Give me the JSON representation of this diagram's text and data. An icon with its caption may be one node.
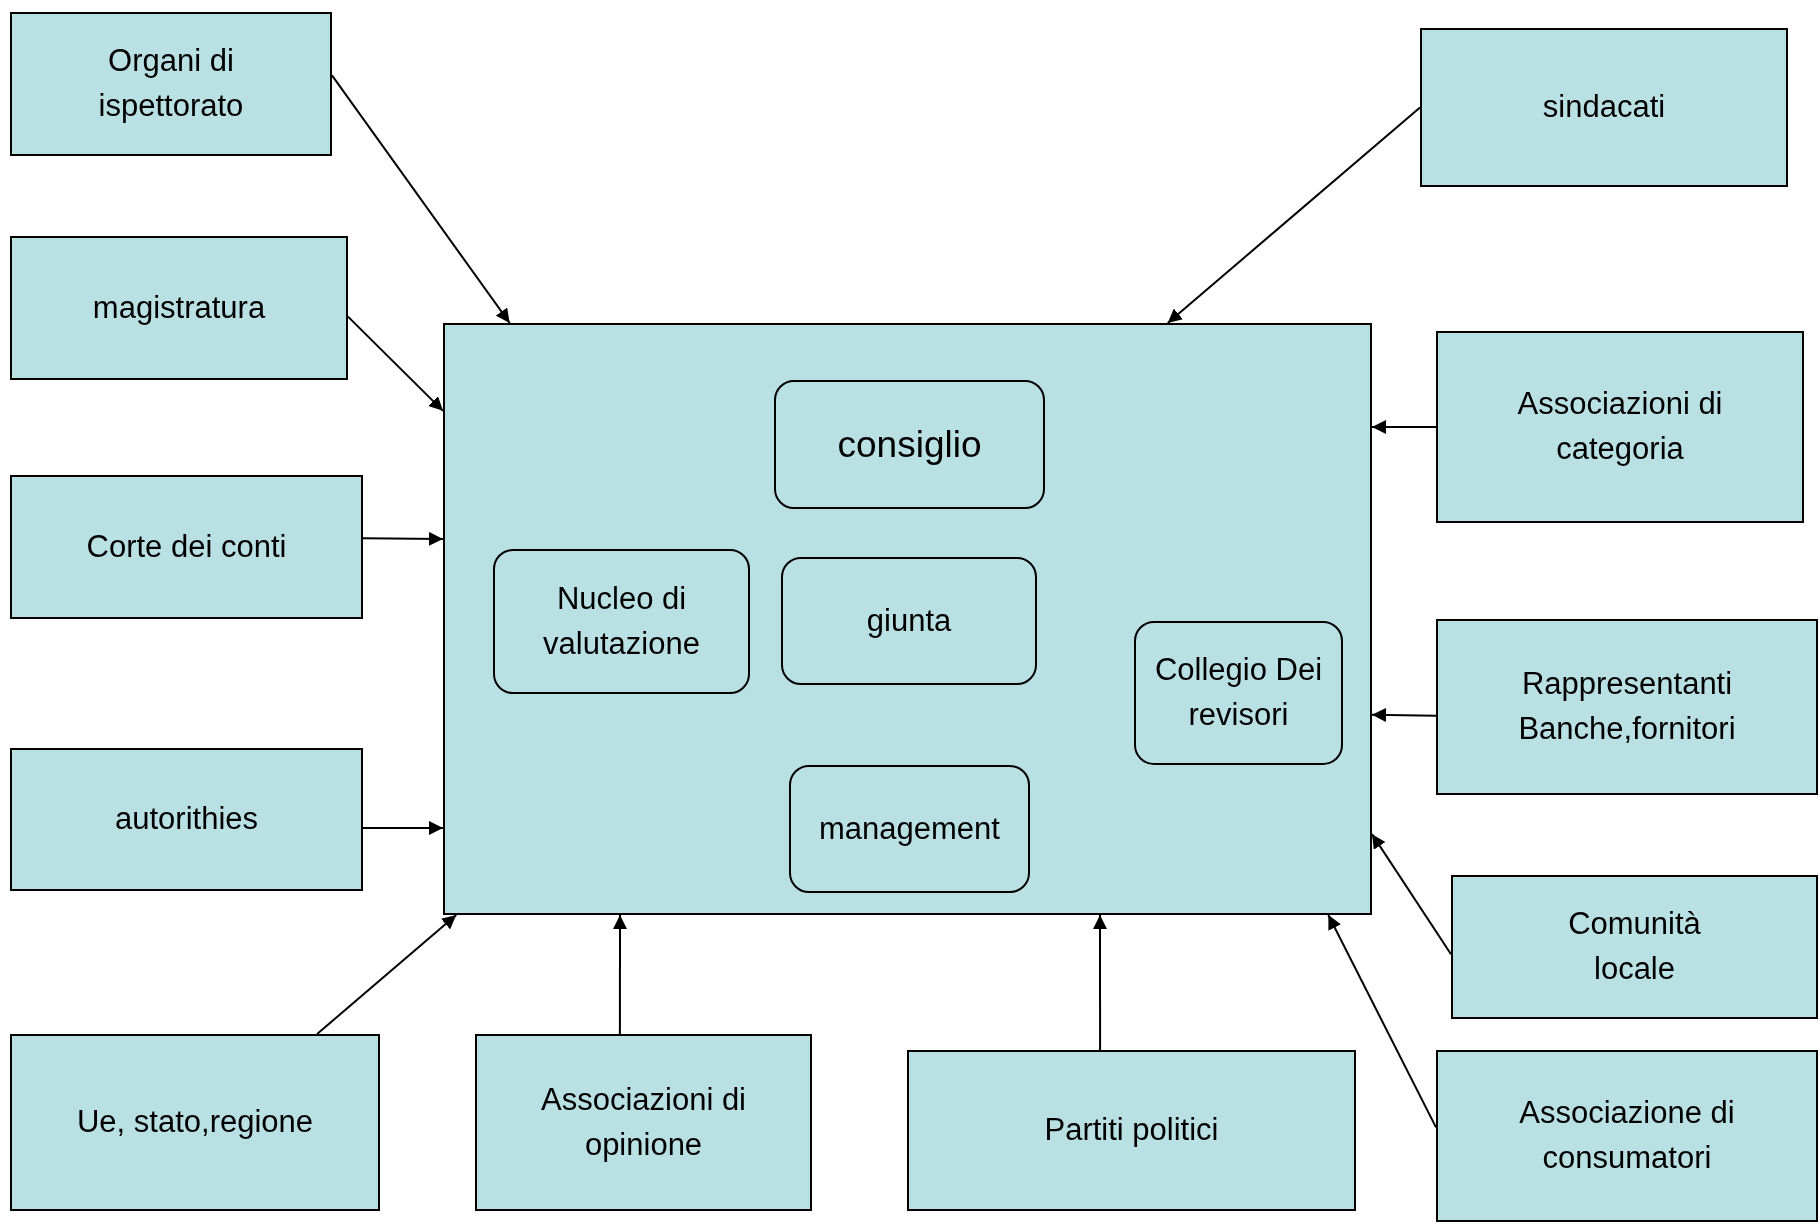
{
  "diagram": {
    "nodes": [
      {
        "text": [],
        "shape": "box"
      },
      {
        "text": [
          "consiglio"
        ],
        "in": 0
      },
      {
        "text": [
          "Nucleo di valutazione"
        ],
        "in": 0
      },
      {
        "text": [
          "giunta"
        ],
        "in": 0
      },
      {
        "text": [
          "Collegio Dei revisori"
        ],
        "in": 0
      },
      {
        "text": [
          "management"
        ],
        "in": 0
      },
      {
        "text": [
          "Organi di ispettorato"
        ]
      },
      {
        "text": [
          "magistratura"
        ]
      },
      {
        "text": [
          "Corte dei conti"
        ]
      },
      {
        "text": [
          "autorithies"
        ]
      },
      {
        "text": [
          "Ue, stato,regione"
        ]
      },
      {
        "text": [
          "Associazioni di opinione"
        ]
      },
      {
        "text": [
          "Partiti politici"
        ]
      },
      {
        "text": [
          "sindacati"
        ]
      },
      {
        "text": [
          "Associazioni di categoria"
        ]
      },
      {
        "text": [
          "Rappresentanti Banche,fornitori"
        ]
      },
      {
        "text": [
          "Comunità locale"
        ]
      },
      {
        "text": [
          "Associazione di consumatori"
        ]
      }
    ],
    "edges": [
      {
        "from": 6,
        "to": 0,
        "arrow": "to"
      },
      {
        "from": 7,
        "to": 0,
        "arrow": "to"
      },
      {
        "from": 8,
        "to": 0,
        "arrow": "to"
      },
      {
        "from": 9,
        "to": 0,
        "arrow": "to"
      },
      {
        "from": 10,
        "to": 0,
        "arrow": "to"
      },
      {
        "from": 11,
        "to": 0,
        "arrow": "to"
      },
      {
        "from": 12,
        "to": 0,
        "arrow": "to"
      },
      {
        "from": 13,
        "to": 0,
        "arrow": "to"
      },
      {
        "from": 14,
        "to": 0,
        "arrow": "to"
      },
      {
        "from": 15,
        "to": 0,
        "arrow": "to"
      },
      {
        "from": 16,
        "to": 0,
        "arrow": "to"
      },
      {
        "from": 17,
        "to": 0,
        "arrow": "to"
      }
    ]
  }
}
